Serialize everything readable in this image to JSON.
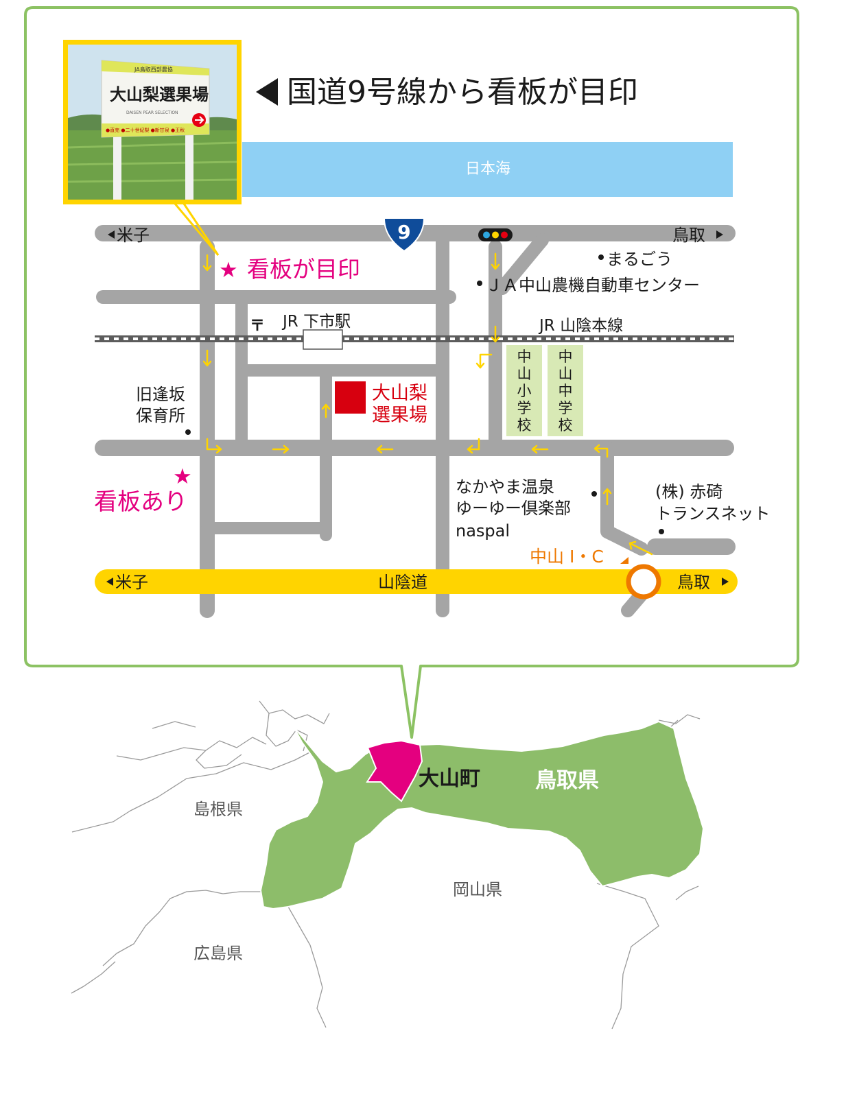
{
  "headline": {
    "text": "国道9号線から看板が目印"
  },
  "signboard_photo": {
    "top_line": "JA鳥取西部農協",
    "main_text": "大山梨選果場",
    "sub_text": "DAISEN PEAR SELECTION",
    "bottom_line": "●直売 ●二十世紀梨 ●新甘泉 ●王秋"
  },
  "local_map": {
    "sea_label": "日本海",
    "route_number": "9",
    "national_road": {
      "west": "米子",
      "east": "鳥取"
    },
    "expressway": {
      "name": "山陰道",
      "west": "米子",
      "east": "鳥取"
    },
    "interchange": "中山 I・C",
    "railway": {
      "line": "JR 山陰本線",
      "station": "JR 下市駅"
    },
    "destination": {
      "line1": "大山梨",
      "line2": "選果場",
      "color": "#d7000f"
    },
    "signboard_landmark": "看板が目印",
    "signboard_here": {
      "line1": "★",
      "line2": "看板あり"
    },
    "landmarks": {
      "marugou": "まるごう",
      "ja_center": "ＪＡ中山農機自動車センター",
      "hoikusho": {
        "line1": "旧逢坂",
        "line2": "保育所"
      },
      "onsen": {
        "line1": "なかやま温泉",
        "line2": "ゆーゆー倶楽部",
        "line3": "naspal"
      },
      "akasaki": {
        "line1": "(株) 赤碕",
        "line2": "トランスネット"
      }
    },
    "schools": {
      "elementary": [
        "中",
        "山",
        "小",
        "学",
        "校"
      ],
      "junior_high": [
        "中",
        "山",
        "中",
        "学",
        "校"
      ]
    },
    "post_office_symbol": "〒",
    "colors": {
      "frame": "#8cc263",
      "road": "#a5a5a5",
      "expressway": "#ffd400",
      "sea": "#8fd0f4",
      "signboard_pink": "#e4007f",
      "interchange": "#ee7800",
      "route_shield": "#0f4c9a",
      "school": "#d8e9b5"
    }
  },
  "regional_map": {
    "town": "大山町",
    "prefecture": "鳥取県",
    "neighbors": {
      "shimane": "島根県",
      "okayama": "岡山県",
      "hiroshima": "広島県"
    },
    "colors": {
      "prefecture": "#8dbd6a",
      "town": "#e4007f",
      "border": "#9a9a9a"
    }
  }
}
